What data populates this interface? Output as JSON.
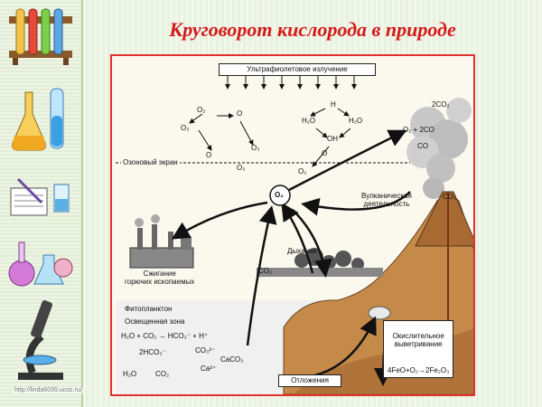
{
  "title": "Круговорот кислорода в природе",
  "source_url": "http://linda6035.ucoz.ru/",
  "sidebar_icons": [
    "test-tube-rack-icon",
    "flasks-icon",
    "notebook-and-beaker-icon",
    "chemistry-glassware-icon",
    "microscope-icon"
  ],
  "diagram": {
    "uv_label": "Ультрафиолетовое излучение",
    "ozone_label": "Озоновый экран",
    "o2_center": "O₂",
    "o2_a": "O₂",
    "o2_b": "O₂",
    "o_a": "O",
    "o_b": "O",
    "o3_a": "O₃",
    "o3_b": "O₃",
    "o3_low_a": "O₃",
    "o3_low_b": "O₂",
    "o_low": "O",
    "h_label": "H",
    "h2o_a": "H₂O",
    "h2o_b": "H₂O",
    "oh_label": "OH",
    "volcano_top": "2CO₂",
    "volcano_eq": "O₂ + 2CO",
    "volcano_co": "CO",
    "volcano_label": "Вулканическая\nдеятельность",
    "volcano_co2": "CO₂",
    "burning_label": "Сжигание\nгорючих ископаемых",
    "breathing_label": "Дыхание",
    "co2_land": "CO₂",
    "phytoplankton_label": "Фитопланктон",
    "lit_zone_label": "Освещенная зона",
    "eq1": "H₂O + CO₂ → HCO₃⁻ + H⁺",
    "eq2": "2HCO₃⁻",
    "eq2_right": "CO₃²⁻",
    "caco3": "CaCO₃",
    "ca": "Ca²⁺",
    "h2o_bottom": "H₂O",
    "co2_bottom": "CO₂",
    "oxidation_label": "Окислительное\nвыветривание",
    "oxidation_eq": "4FeO+O₂→2Fe₂O₃",
    "deposits_label": "Отложения"
  }
}
